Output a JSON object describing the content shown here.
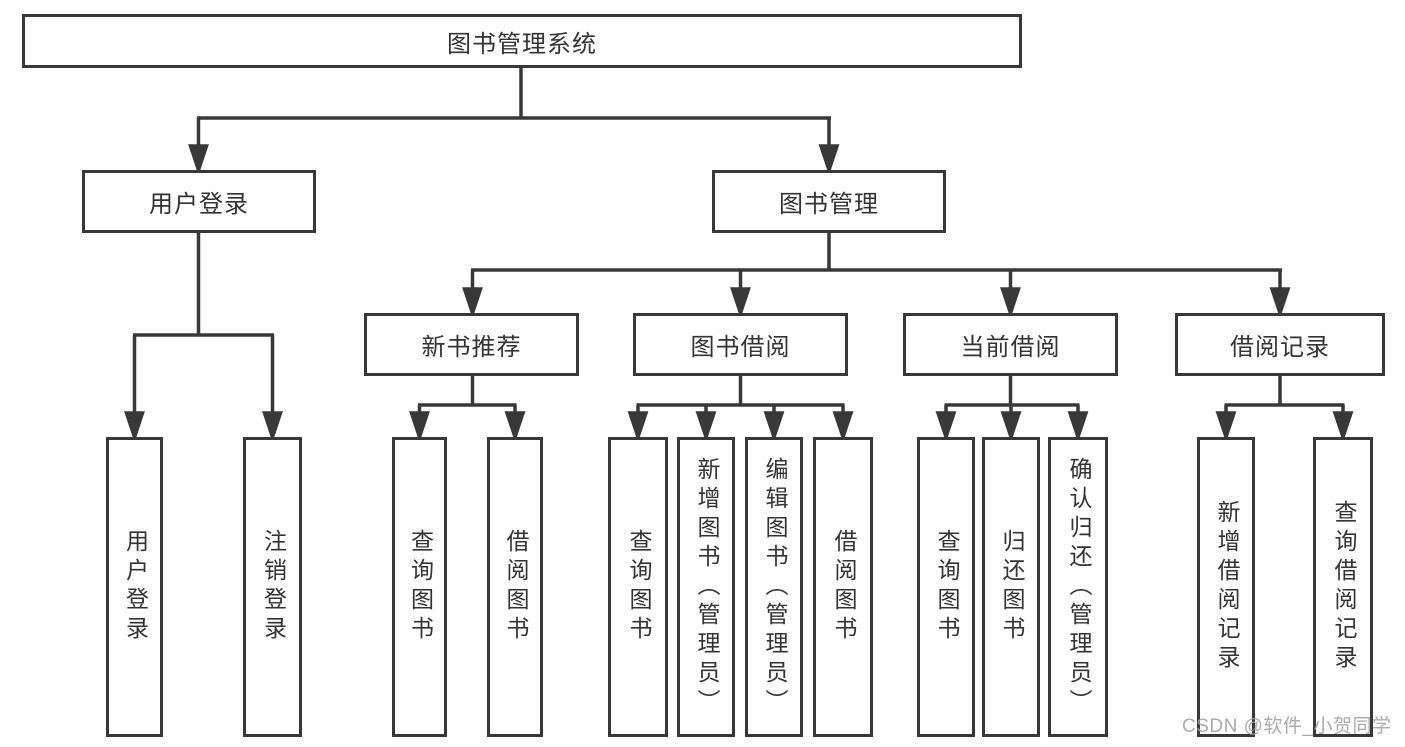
{
  "diagram": {
    "tree": {
      "root": {
        "label": "图书管理系统"
      },
      "children": [
        {
          "label": "用户登录",
          "children": [
            {
              "label": "用户登录"
            },
            {
              "label": "注销登录"
            }
          ]
        },
        {
          "label": "图书管理",
          "children": [
            {
              "label": "新书推荐",
              "children": [
                {
                  "label": "查询图书"
                },
                {
                  "label": "借阅图书"
                }
              ]
            },
            {
              "label": "图书借阅",
              "children": [
                {
                  "label": "查询图书"
                },
                {
                  "label": "新增图书（管理员）"
                },
                {
                  "label": "编辑图书（管理员）"
                },
                {
                  "label": "借阅图书"
                }
              ]
            },
            {
              "label": "当前借阅",
              "children": [
                {
                  "label": "查询图书"
                },
                {
                  "label": "归还图书"
                },
                {
                  "label": "确认归还（管理员）"
                }
              ]
            },
            {
              "label": "借阅记录",
              "children": [
                {
                  "label": "新增借阅记录"
                },
                {
                  "label": "查询借阅记录"
                }
              ]
            }
          ]
        }
      ]
    },
    "watermark": {
      "text": "CSDN @软件_小贺同学"
    },
    "colors": {
      "line": "#383838",
      "text": "#333333",
      "watermark": "#a2a2a2",
      "background": "#ffffff"
    }
  }
}
